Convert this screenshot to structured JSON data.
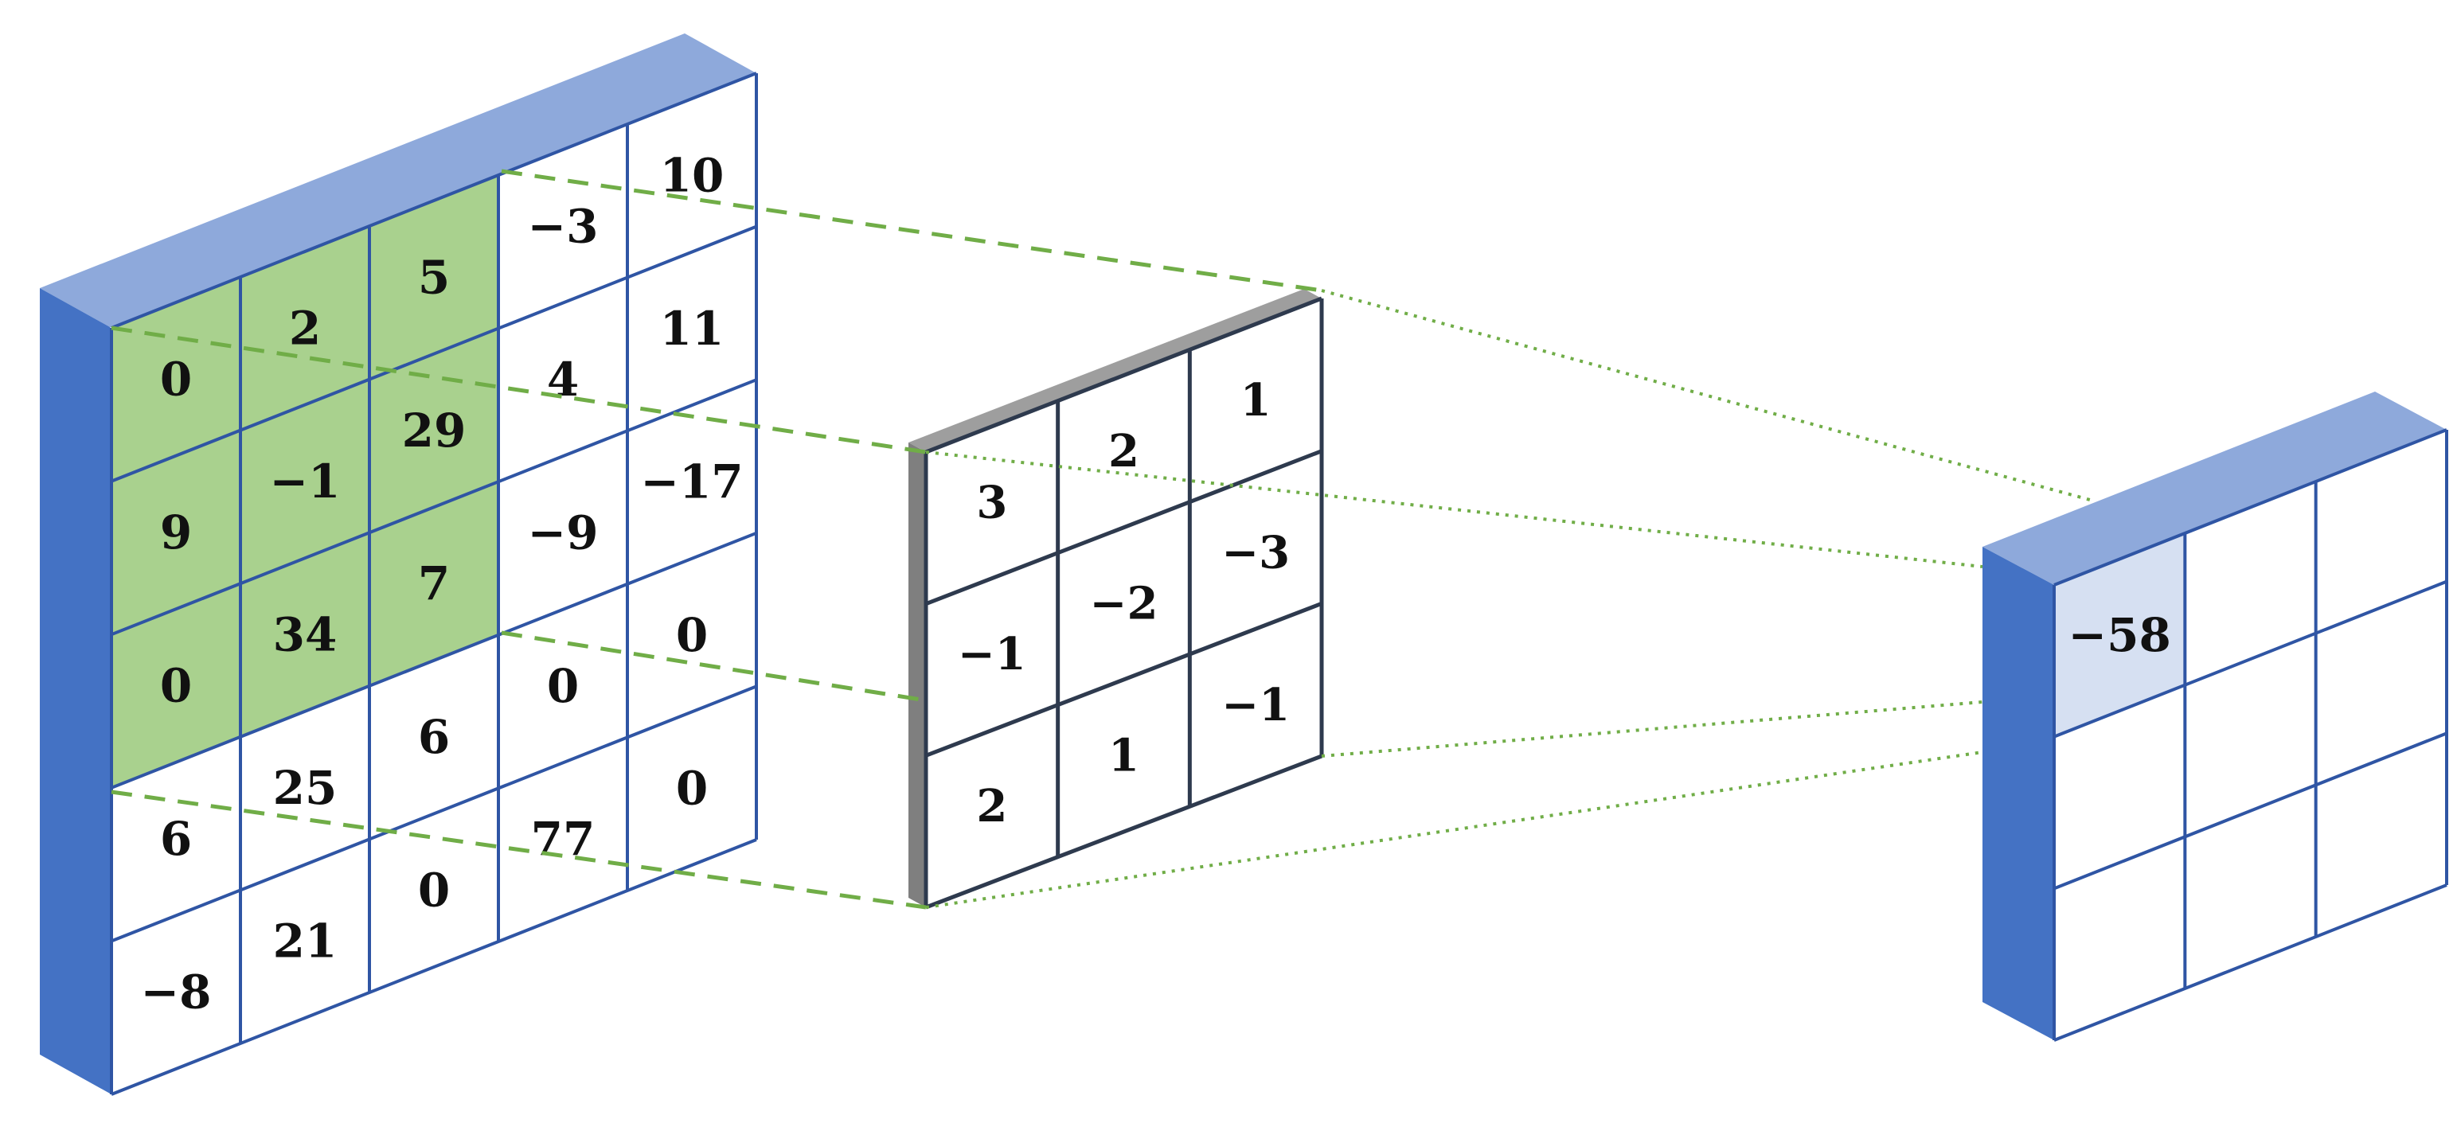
{
  "input_matrix": {
    "rows": [
      [
        "0",
        "2",
        "5",
        "−3",
        "10"
      ],
      [
        "9",
        "−1",
        "29",
        "4",
        "11"
      ],
      [
        "0",
        "34",
        "7",
        "−9",
        "−17"
      ],
      [
        "6",
        "25",
        "6",
        "0",
        "0"
      ],
      [
        "−8",
        "21",
        "0",
        "77",
        "0"
      ]
    ],
    "highlighted_cells": [
      [
        0,
        0
      ],
      [
        0,
        1
      ],
      [
        0,
        2
      ],
      [
        1,
        0
      ],
      [
        1,
        1
      ],
      [
        1,
        2
      ],
      [
        2,
        0
      ],
      [
        2,
        1
      ],
      [
        2,
        2
      ]
    ]
  },
  "kernel": {
    "rows": [
      [
        "3",
        "2",
        "1"
      ],
      [
        "−1",
        "−2",
        "−3"
      ],
      [
        "2",
        "1",
        "−1"
      ]
    ]
  },
  "output_matrix": {
    "rows": [
      [
        "−58",
        "",
        ""
      ],
      [
        "",
        "",
        ""
      ],
      [
        "",
        "",
        ""
      ]
    ],
    "highlighted_cells": [
      [
        0,
        0
      ]
    ]
  },
  "colors": {
    "frame_top": "#8EA9DB",
    "frame_side": "#4472C4",
    "grid_line": "#2F55A4",
    "highlight_green": "#A9D18E",
    "highlight_blue": "#D6E0F2",
    "kernel_top": "#9E9E9E",
    "kernel_side": "#7F7F7F",
    "kernel_line": "#2E3A4E",
    "connector_green": "#70AD47"
  }
}
